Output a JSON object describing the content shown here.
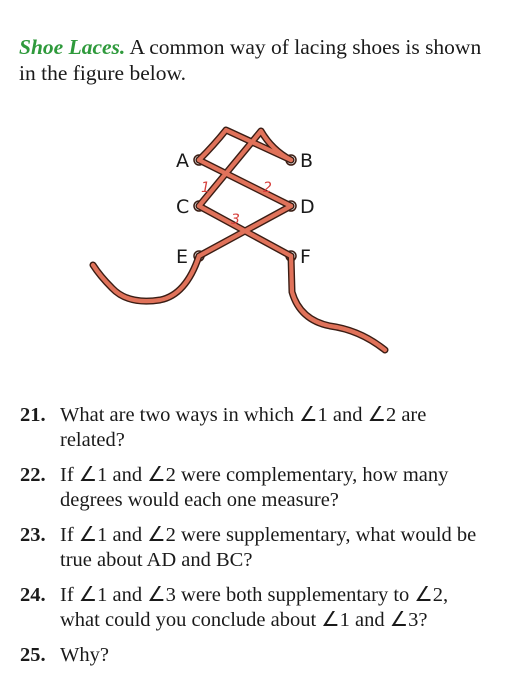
{
  "intro": {
    "lead": "Shoe Laces.",
    "text": " A common way of lacing shoes is shown in the figure below."
  },
  "figure": {
    "points": [
      "A",
      "B",
      "C",
      "D",
      "E",
      "F"
    ],
    "angles": [
      "1",
      "2",
      "3"
    ],
    "colors": {
      "lace": "#e0725a",
      "lace_edge": "#3a1d14",
      "angle_label": "#d6403c"
    }
  },
  "questions": [
    {
      "num": "21.",
      "text": "What are two ways in which ∠1 and ∠2 are related?"
    },
    {
      "num": "22.",
      "text": "If ∠1 and ∠2 were complementary, how many degrees would each one measure?"
    },
    {
      "num": "23.",
      "text": "If ∠1 and ∠2 were supplementary, what would be true about AD and BC?"
    },
    {
      "num": "24.",
      "text": "If ∠1 and ∠3 were both supplementary to ∠2, what could you conclude about ∠1 and ∠3?"
    },
    {
      "num": "25.",
      "text": "Why?"
    }
  ]
}
